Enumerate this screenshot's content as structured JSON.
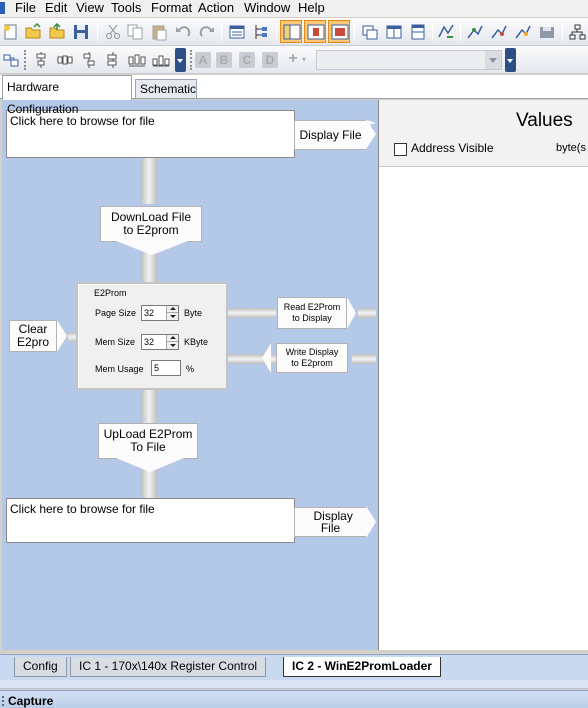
{
  "menu": [
    "File",
    "Edit",
    "View",
    "Tools",
    "Format",
    "Action",
    "Window",
    "Help"
  ],
  "toolbar1": {
    "icons": [
      "new-file-icon",
      "open-folder-icon",
      "open-file-icon",
      "save-icon",
      "cut-icon",
      "copy-icon",
      "paste-icon",
      "undo-icon",
      "redo-icon",
      "properties-icon",
      "tree-icon",
      "view-layout-1-icon",
      "view-layout-2-icon",
      "view-layout-3-icon",
      "copy-window-icon",
      "split-horizontal-icon",
      "split-vertical-icon",
      "compile-icon",
      "link-1-icon",
      "link-2-icon",
      "link-3-icon",
      "download-icon",
      "network-icon"
    ]
  },
  "toolbar2": {
    "icons": [
      "grid-snap-icon",
      "align-top-icon",
      "align-middle-icon",
      "align-bottom-icon",
      "distribute-h-icon",
      "distribute-v-icon"
    ],
    "format_buttons": [
      "A",
      "B",
      "C",
      "D",
      "+"
    ],
    "combo_value": ""
  },
  "doc_tabs": [
    "Hardware Configuration",
    "Schematic"
  ],
  "hardware": {
    "top_file_prompt": "Click here to browse for file",
    "top_display_button": "Display File",
    "download_button": "DownLoad File to E2prom",
    "clear_button": "Clear E2pro",
    "e2prom": {
      "title": "E2Prom",
      "page_size_label": "Page Size",
      "page_size_value": "32",
      "page_size_unit": "Byte",
      "mem_size_label": "Mem Size",
      "mem_size_value": "32",
      "mem_size_unit": "KByte",
      "mem_usage_label": "Mem Usage",
      "mem_usage_value": "5",
      "mem_usage_unit": "%"
    },
    "read_button": "Read E2Prom to Display",
    "write_button": "Write Display to E2prom",
    "upload_button": "UpLoad E2Prom To File",
    "bottom_file_prompt": "Click here to browse for file",
    "bottom_display_button": "Display File"
  },
  "values_panel": {
    "title": "Values",
    "address_visible_label": "Address Visible",
    "address_visible_checked": false,
    "bytes_label": "byte(s"
  },
  "bottom_tabs": [
    "Config",
    "IC 1 - 170x\\140x Register Control",
    "IC 2 - WinE2PromLoader"
  ],
  "active_bottom_tab": "IC 2 - WinE2PromLoader",
  "capture_label": "Capture",
  "colors": {
    "panel_blue": "#b4c8e8",
    "checked_button": "#ffc878",
    "checked_border": "#e4891a"
  }
}
